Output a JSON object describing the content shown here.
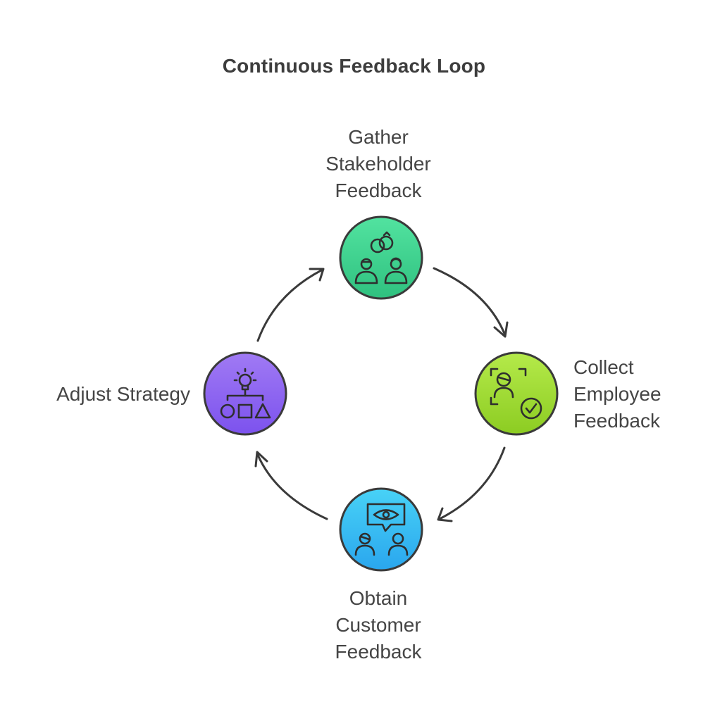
{
  "title": "Continuous Feedback Loop",
  "steps": [
    {
      "id": "gather",
      "lines": [
        "Gather",
        "Stakeholder",
        "Feedback"
      ],
      "icon": "stakeholders-icon",
      "color": "#3ecf8e"
    },
    {
      "id": "collect",
      "lines": [
        "Collect",
        "Employee",
        "Feedback"
      ],
      "icon": "employee-check-icon",
      "color": "#9bd92f"
    },
    {
      "id": "obtain",
      "lines": [
        "Obtain",
        "Customer",
        "Feedback"
      ],
      "icon": "customer-eye-icon",
      "color": "#2fb8f0"
    },
    {
      "id": "adjust",
      "lines": [
        "Adjust Strategy"
      ],
      "icon": "strategy-icon",
      "color": "#8b63f0"
    }
  ],
  "colors": {
    "stroke": "#3a3a3a",
    "arrow": "#3a3a3a"
  }
}
